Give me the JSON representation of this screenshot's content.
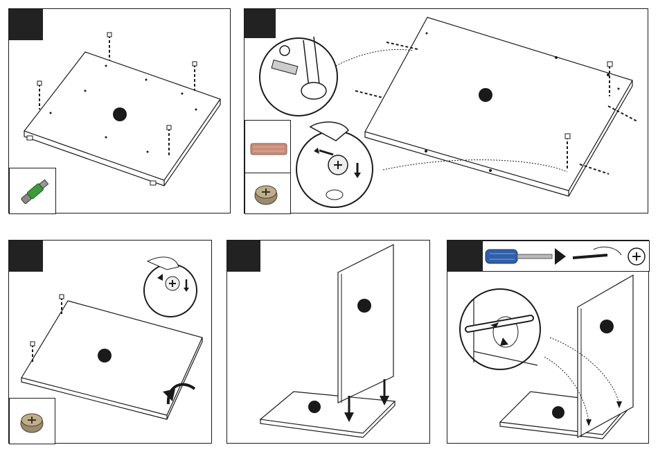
{
  "document": {
    "type": "assembly-instructions",
    "steps": [
      {
        "id": "step-1",
        "parts": [
          "cam-bolt-icon"
        ]
      },
      {
        "id": "step-2",
        "parts": [
          "wooden-dowel-icon",
          "cam-lock-icon"
        ]
      },
      {
        "id": "step-3",
        "parts": [
          "cam-lock-icon"
        ]
      },
      {
        "id": "step-4",
        "parts": []
      },
      {
        "id": "step-5",
        "tools": [
          "screwdriver-icon"
        ]
      }
    ]
  },
  "colors": {
    "ink": "#1a1a1a",
    "badge": "#222222",
    "screwdriver_handle": "#2f5fa8",
    "cam_bolt_green": "#3c9a3c",
    "dowel": "#c98d7a"
  }
}
